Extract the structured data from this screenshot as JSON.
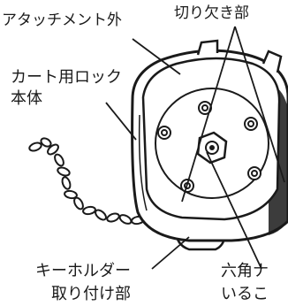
{
  "labels": {
    "attachment_outer": "アタッチメント外",
    "notch": "切り欠き部",
    "cart_lock_body": [
      "カート用ロック",
      "本体"
    ],
    "key_holder_mount": [
      "キーホルダー",
      "取り付け部"
    ],
    "hex_nut_partial": [
      "六角ナ",
      "いるこ"
    ]
  },
  "colors": {
    "line": "#1a1a1a",
    "fill_light": "#ffffff",
    "shade": "#d9d9d9"
  }
}
